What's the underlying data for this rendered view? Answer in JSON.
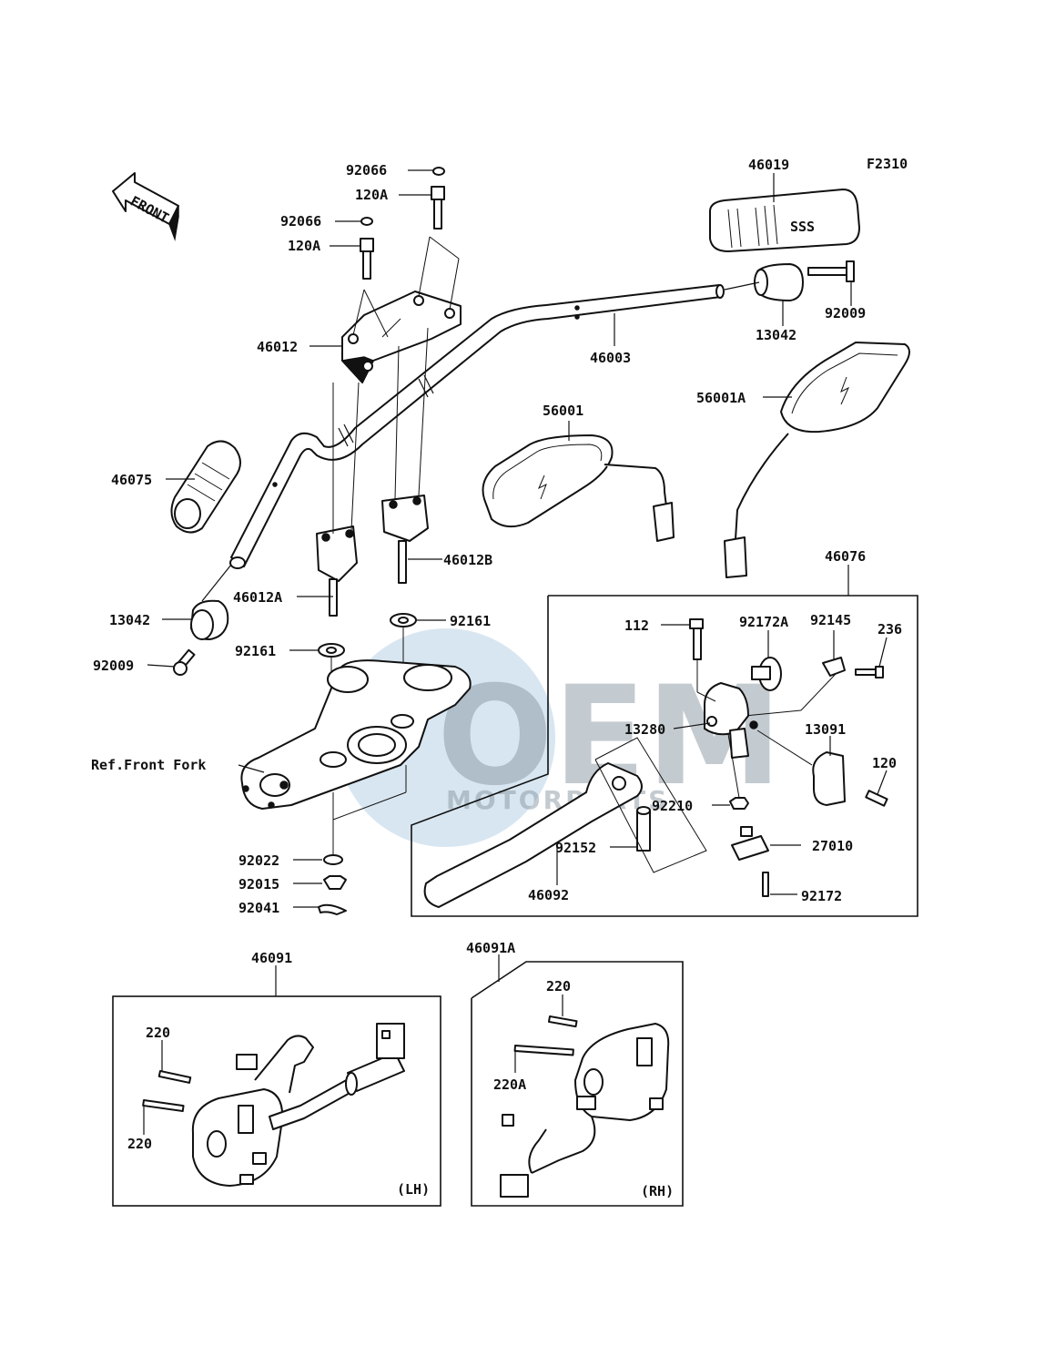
{
  "diagram_code": "F2310",
  "front_arrow_label": "FRONT",
  "watermark": {
    "logo": "OEM",
    "sub": "MOTORPARTS"
  },
  "labels": {
    "p92066_a": "92066",
    "p120A_a": "120A",
    "p92066_b": "92066",
    "p120A_b": "120A",
    "p46012": "46012",
    "p46019": "46019",
    "p92009_r": "92009",
    "p13042_r": "13042",
    "p46003": "46003",
    "p56001": "56001",
    "p56001A": "56001A",
    "p46075": "46075",
    "p46012B": "46012B",
    "p46012A": "46012A",
    "p13042_l": "13042",
    "p92161_r": "92161",
    "p92161_l": "92161",
    "p92009_l": "92009",
    "ref_front_fork": "Ref.Front Fork",
    "p92022": "92022",
    "p92015": "92015",
    "p92041": "92041",
    "p46076": "46076",
    "p112": "112",
    "p92172A": "92172A",
    "p92145": "92145",
    "p236": "236",
    "p13280": "13280",
    "p13091": "13091",
    "p120": "120",
    "p92210": "92210",
    "p92152": "92152",
    "p27010": "27010",
    "p46092": "46092",
    "p92172": "92172",
    "p46091": "46091",
    "p46091A": "46091A",
    "p220_lh_a": "220",
    "p220_lh_b": "220",
    "lh_tag": "(LH)",
    "p220_rh": "220",
    "p220A_rh": "220A",
    "rh_tag": "(RH)"
  }
}
